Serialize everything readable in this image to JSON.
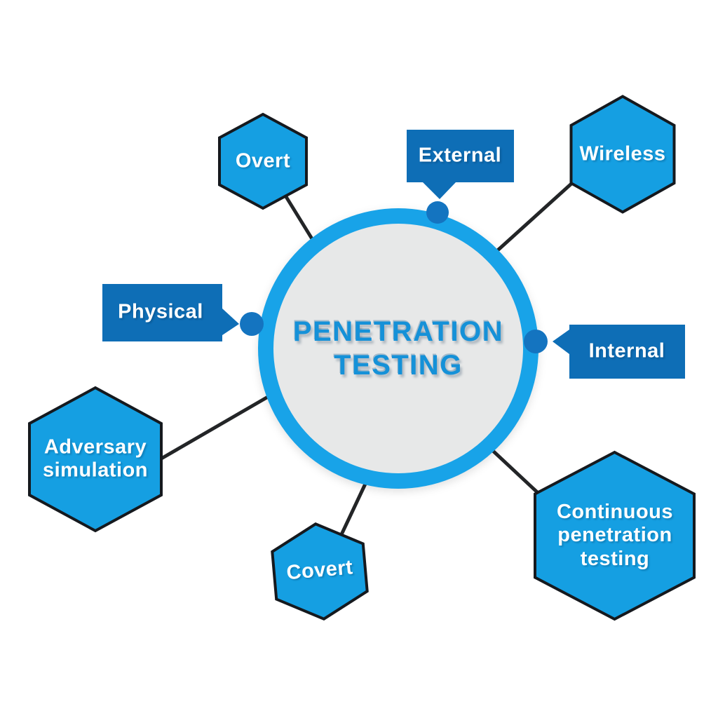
{
  "title": "Penetration testing types diagram",
  "center": {
    "line1": "PENETRATION",
    "line2": "TESTING"
  },
  "nodes": {
    "overt": {
      "label": "Overt",
      "shape": "hexagon"
    },
    "external": {
      "label": "External",
      "shape": "speech-bubble"
    },
    "wireless": {
      "label": "Wireless",
      "shape": "hexagon"
    },
    "physical": {
      "label": "Physical",
      "shape": "speech-bubble"
    },
    "internal": {
      "label": "Internal",
      "shape": "speech-bubble"
    },
    "adversary": {
      "label": "Adversary simulation",
      "shape": "hexagon"
    },
    "covert": {
      "label": "Covert",
      "shape": "hexagon"
    },
    "continuous": {
      "label": "Continuous penetration testing",
      "shape": "hexagon"
    }
  },
  "colors": {
    "hex_fill": "#159fe2",
    "hex_border": "#15191e",
    "bubble_fill": "#0e6eb6",
    "dot_fill": "#1474c0",
    "ring_fill": "#18a3e8",
    "inner_fill": "#e7e8e8",
    "line_color": "#232527",
    "title_color": "#1591d8",
    "label_color": "#ffffff"
  }
}
